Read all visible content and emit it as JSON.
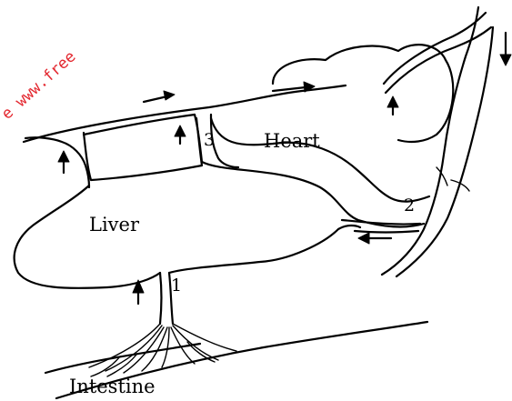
{
  "watermark": "e www.free",
  "labels": {
    "heart": "Heart",
    "liver": "Liver",
    "intestine": "Intestine",
    "vessel_1": "1",
    "vessel_2": "2",
    "vessel_3": "3"
  }
}
